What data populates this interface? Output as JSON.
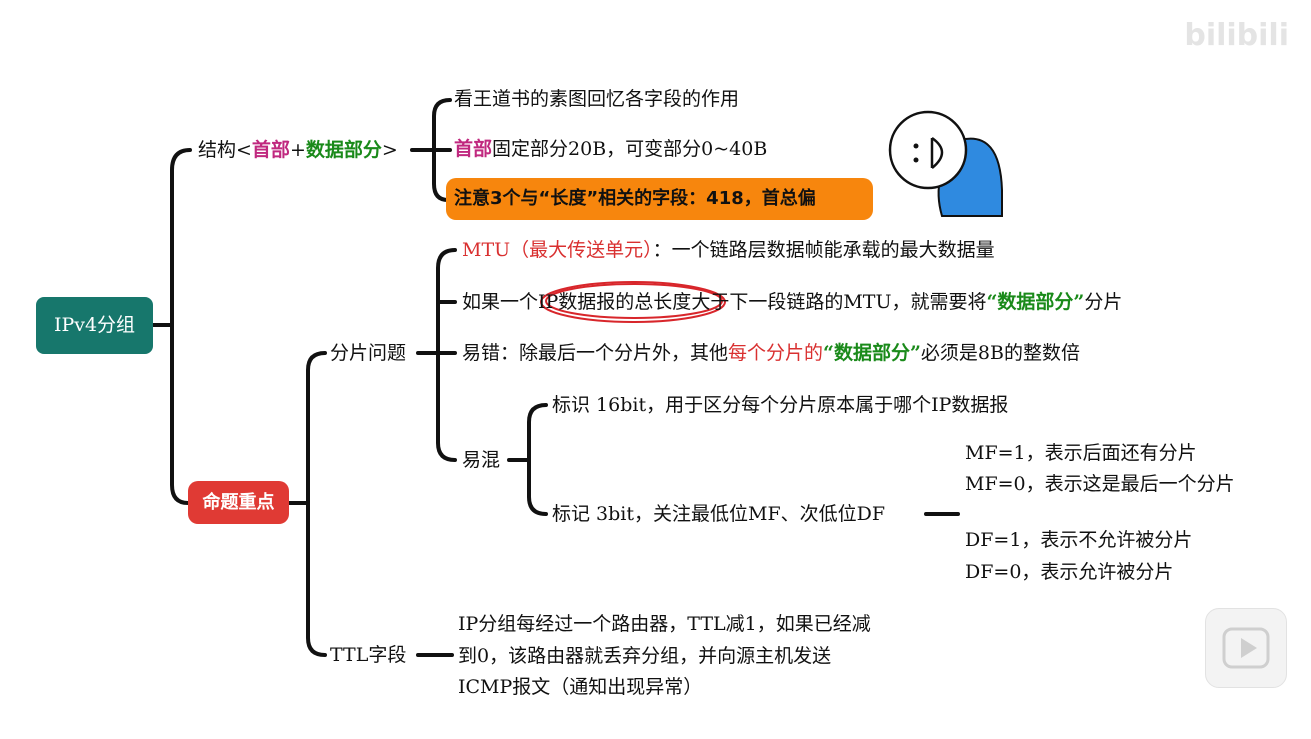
{
  "watermark": {
    "brand": "bilibili"
  },
  "root": {
    "label": "IPv4分组"
  },
  "structure": {
    "prefix": "结构<",
    "header": "首部",
    "plus": "+",
    "data": "数据部分",
    "suffix": ">",
    "items": {
      "recall": "看王道书的素图回忆各字段的作用",
      "header_word": "首部",
      "header_rest": "固定部分20B，可变部分0~40B",
      "length_note": "注意3个与“长度”相关的字段：418，首总偏"
    }
  },
  "key_points": {
    "label": "命题重点"
  },
  "fragmentation": {
    "label": "分片问题",
    "mtu_term": "MTU（最大传送单元）",
    "mtu_desc": "：一个链路层数据帧能承载的最大数据量",
    "if_a": "如果一个",
    "if_circled": "IP数据报的总长度",
    "if_b": "大于下一段链路的MTU，就需要将",
    "if_data": "“数据部分”",
    "if_c": "分片",
    "err_a": "易错：除最后一个分片外，其他",
    "err_red": "每个分片的",
    "err_green": "“数据部分”",
    "err_c": "必须是8B的整数倍",
    "confuse": {
      "label": "易混",
      "ident": "标识 16bit，用于区分每个分片原本属于哪个IP数据报",
      "flag": "标记 3bit，关注最低位MF、次低位DF",
      "mf1": "MF=1，表示后面还有分片",
      "mf0": "MF=0，表示这是最后一个分片",
      "df1": "DF=1，表示不允许被分片",
      "df0": "DF=0，表示允许被分片"
    }
  },
  "ttl": {
    "label": "TTL字段",
    "line1": "IP分组每经过一个路由器，TTL减1，如果已经减",
    "line2": "到0，该路由器就丢弃分组，并向源主机发送",
    "line3": "ICMP报文（通知出现异常）"
  },
  "colors": {
    "root": "#17776c",
    "key_points": "#e03a34",
    "warn": "#f7860d",
    "magenta": "#c0287f",
    "green": "#1a8a1a",
    "red": "#d93030"
  }
}
